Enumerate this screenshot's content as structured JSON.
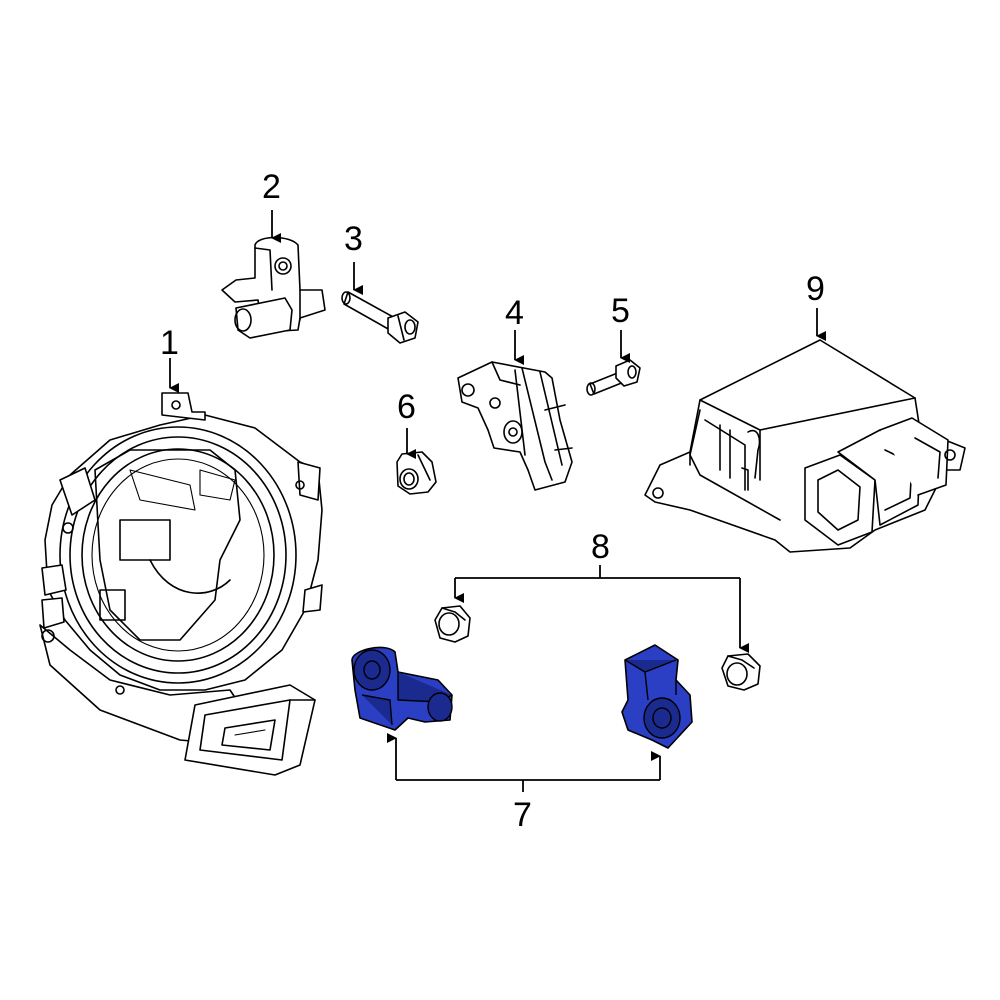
{
  "colors": {
    "highlight": "#2b3fc4",
    "highlight_dark": "#1b2a8f",
    "line": "#000000",
    "background": "#ffffff"
  },
  "callouts": {
    "c1": "1",
    "c2": "2",
    "c3": "3",
    "c4": "4",
    "c5": "5",
    "c6": "6",
    "c7": "7",
    "c8": "8",
    "c9": "9"
  }
}
